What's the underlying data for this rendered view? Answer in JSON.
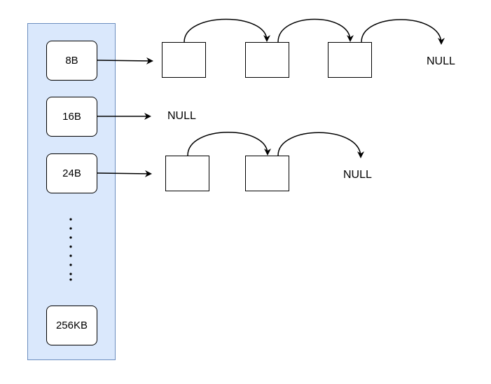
{
  "free_list_table": {
    "entries": [
      {
        "label": "8B"
      },
      {
        "label": "16B"
      },
      {
        "label": "24B"
      },
      {
        "label": "256KB"
      }
    ]
  },
  "lists": {
    "row_8b": {
      "terminator": "NULL"
    },
    "row_16b": {
      "terminator": "NULL"
    },
    "row_24b": {
      "terminator": "NULL"
    }
  },
  "colors": {
    "panel_fill": "#dae8fc",
    "panel_border": "#6c8ebf",
    "stroke": "#000000"
  }
}
